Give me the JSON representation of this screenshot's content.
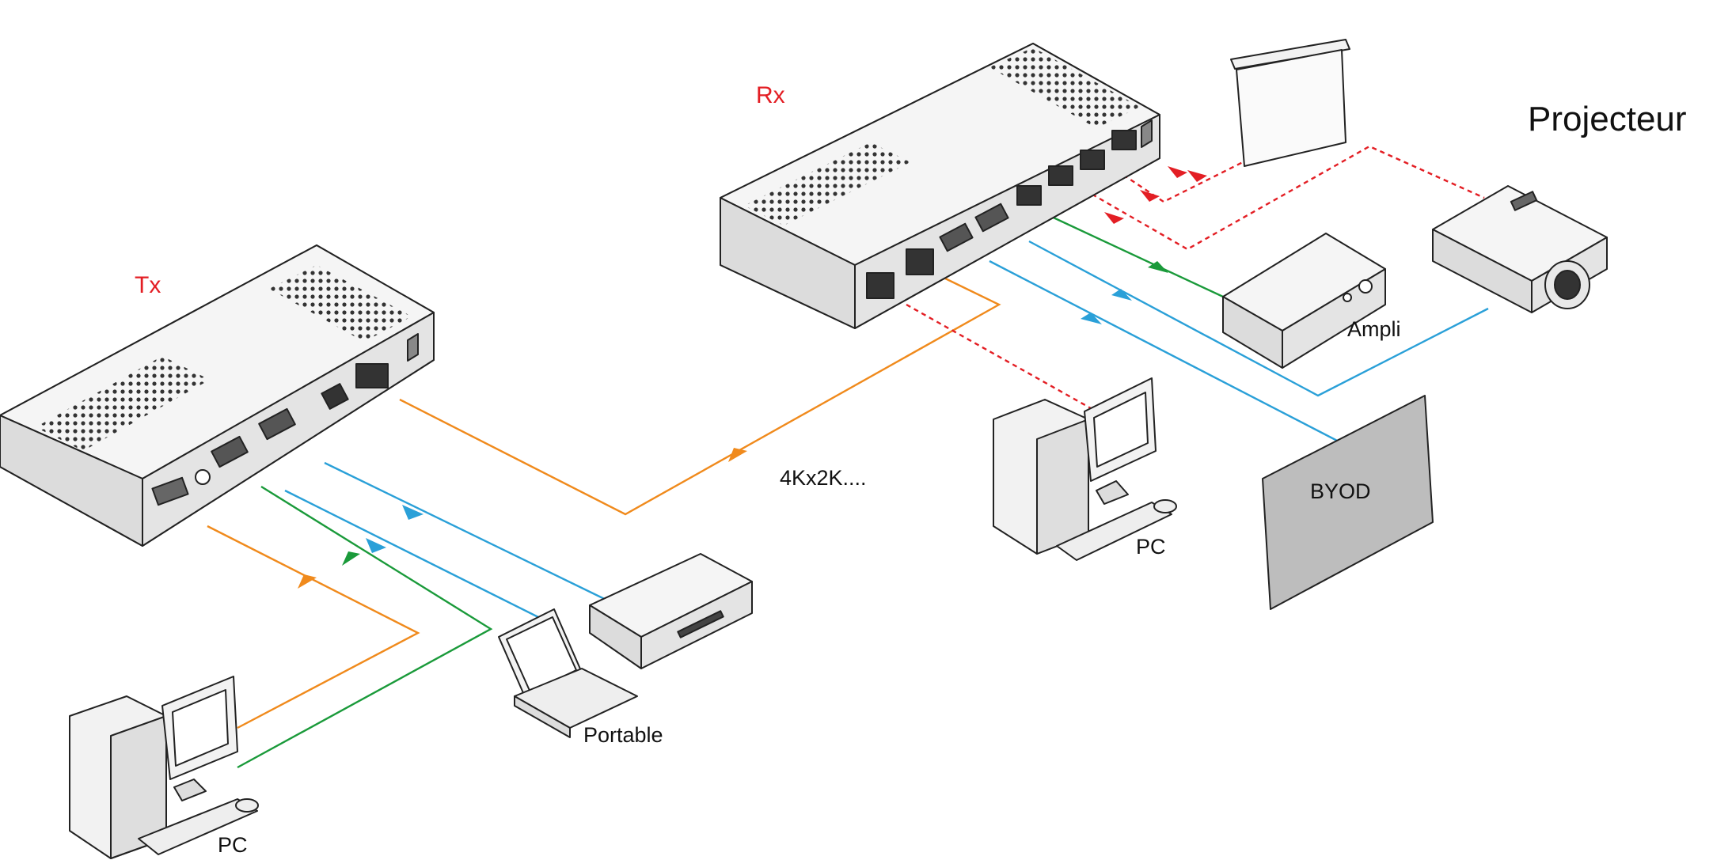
{
  "labels": {
    "tx": "Tx",
    "rx": "Rx",
    "projector": "Projecteur",
    "amplifier": "Ampli",
    "pc_left": "PC",
    "pc_right": "PC",
    "laptop": "Portable",
    "byod": "BYOD",
    "link": "4Kx2K...."
  },
  "colors": {
    "hdmi_video": "#2aa0d8",
    "audio": "#1a9a3a",
    "rs232": "#f08a1c",
    "control": "#e31e24",
    "device_stroke": "#222222",
    "device_fill": "#f2f2f2",
    "screen_fill": "#bdbdbd"
  },
  "icons": [
    "tx-box-icon",
    "rx-box-icon",
    "pc-icon",
    "laptop-icon",
    "dvd-player-icon",
    "amplifier-icon",
    "projector-icon",
    "projection-screen-icon",
    "byod-panel-icon"
  ]
}
